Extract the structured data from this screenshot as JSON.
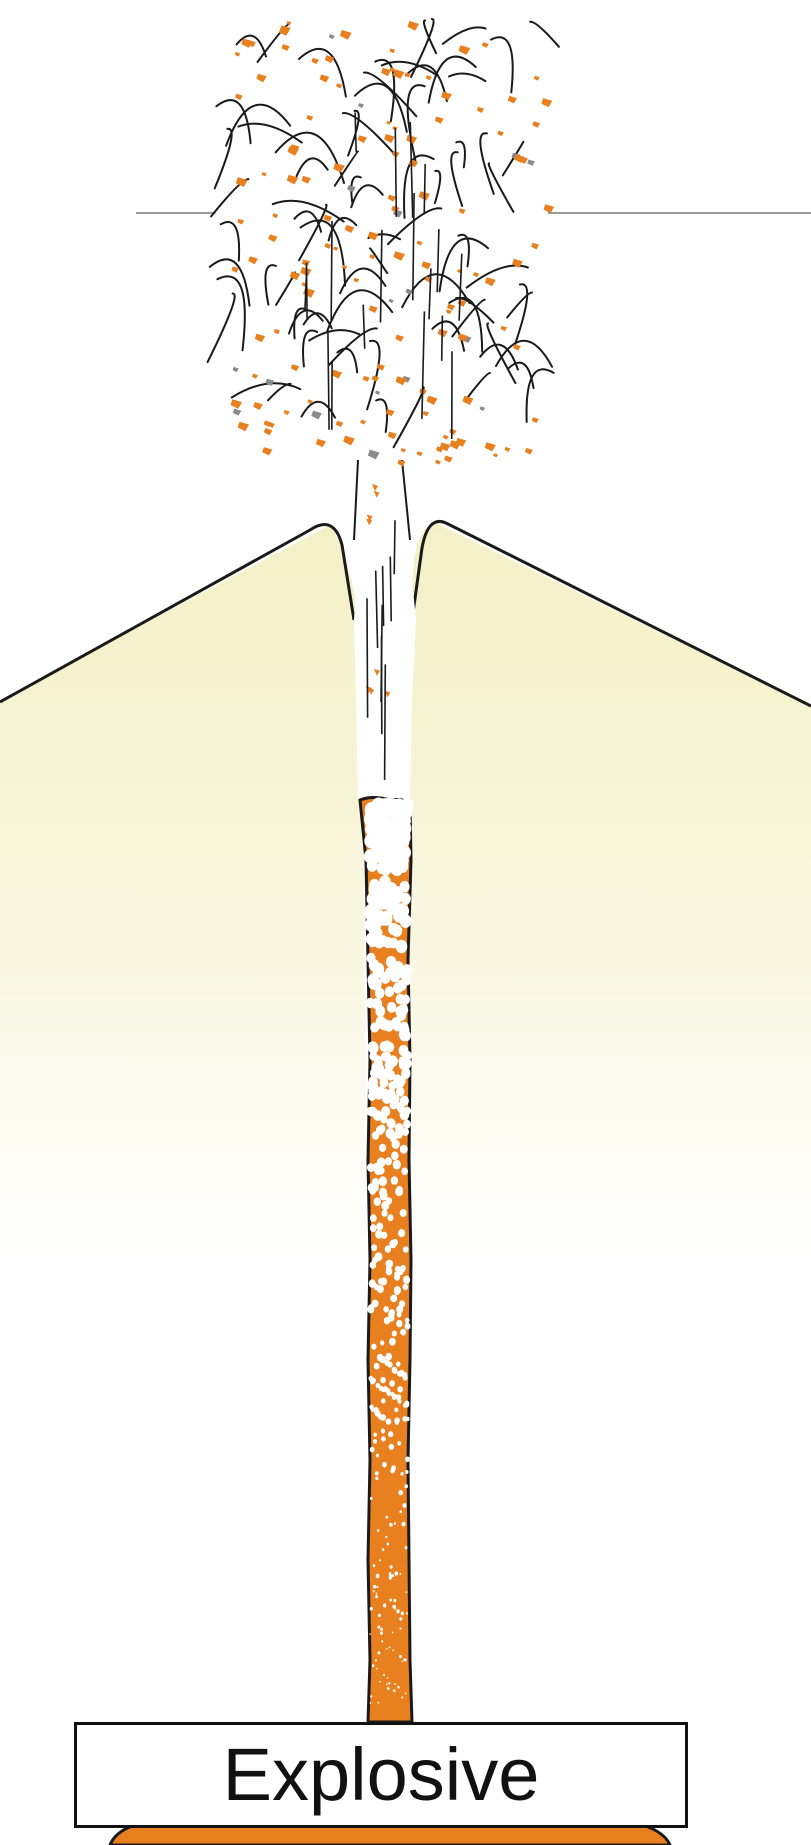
{
  "label": "Explosive",
  "colors": {
    "magma": "#E8801F",
    "bubbles": "#FFFFFF",
    "cone_fill": "#F6F3CF",
    "outline": "#1A1A1A",
    "ash_fragment": "#E8801F",
    "gray_fragment": "#8A8A8A",
    "eruption_level_line": "#9A9A9A"
  },
  "icons": {
    "eruption_cloud": "ash-plume-illustration",
    "volcano": "volcano-cone-illustration",
    "conduit": "magma-conduit-illustration",
    "chamber": "magma-chamber-illustration"
  }
}
